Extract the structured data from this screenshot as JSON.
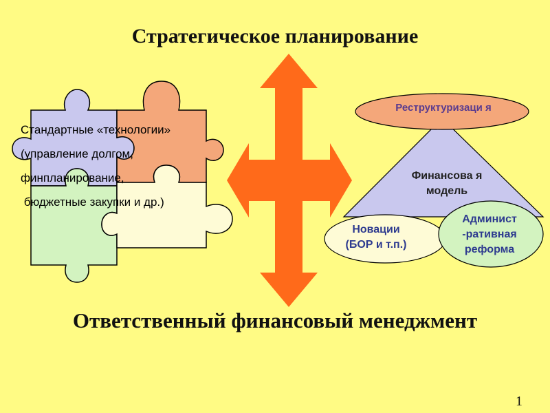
{
  "slide": {
    "top_title": "Стратегическое планирование",
    "bottom_title": "Ответственный финансовый менеджмент",
    "page_number": "1"
  },
  "puzzle": {
    "lines": [
      "Стандартные «технологии»",
      "(управление долгом,",
      "финпланирование,",
      " бюджетные закупки и др.)"
    ]
  },
  "model": {
    "restructuring": "Реструктуризаци я",
    "financial_model": "Финансова я модель",
    "innovations": "Новации (БОР и т.п.)",
    "admin_reform": "Админист -ративная реформа"
  },
  "colors": {
    "background": "#fffb84",
    "arrow": "#ff6a1a",
    "triangle": "#c9c8ee",
    "orange_ellipse": "#f4a77a",
    "cream_ellipse": "#fefbd6",
    "green_ellipse": "#d3f3c0",
    "puzzle_blue": "#c9c8ee",
    "puzzle_orange": "#f4a77a",
    "puzzle_green": "#d3f3c0",
    "puzzle_cream": "#fefbd6"
  }
}
